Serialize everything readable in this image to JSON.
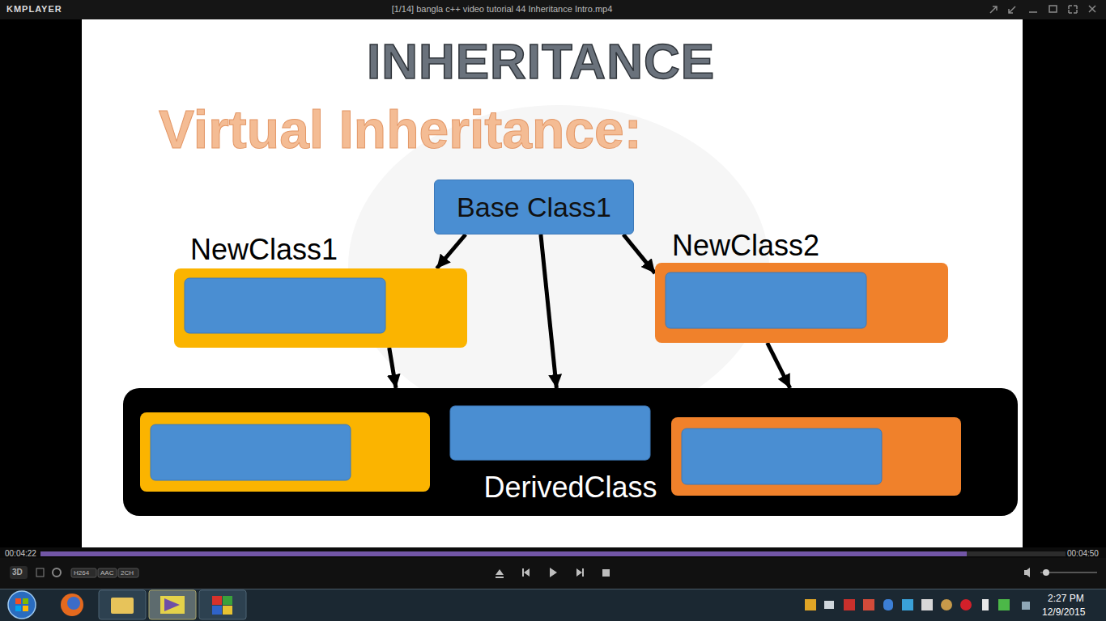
{
  "diagram": {
    "title": "INHERITANCE",
    "nodes": [
      {
        "text": [
          "Base Class1"
        ]
      },
      {
        "text": [
          "NewClass1"
        ]
      },
      {
        "text": [
          "NewClass2"
        ]
      },
      {
        "text": [
          "DerivedClass"
        ]
      }
    ],
    "edges": [
      {
        "from": 0,
        "to": 1,
        "arrow": "to"
      },
      {
        "from": 0,
        "to": 3,
        "arrow": "to"
      },
      {
        "from": 0,
        "to": 2,
        "arrow": "to"
      },
      {
        "from": 1,
        "to": 3,
        "arrow": "to"
      },
      {
        "from": 2,
        "to": 3,
        "arrow": "to"
      }
    ],
    "labels": [
      "KMPLAYER",
      "[1/14] bangla c++ video tutorial 44 Inheritance Intro.mp4",
      "Virtual Inheritance:",
      "00:04:22",
      "00:04:50",
      "3D",
      "H264",
      "AAC",
      "2CH",
      "2:27 PM",
      "12/9/2015"
    ]
  }
}
